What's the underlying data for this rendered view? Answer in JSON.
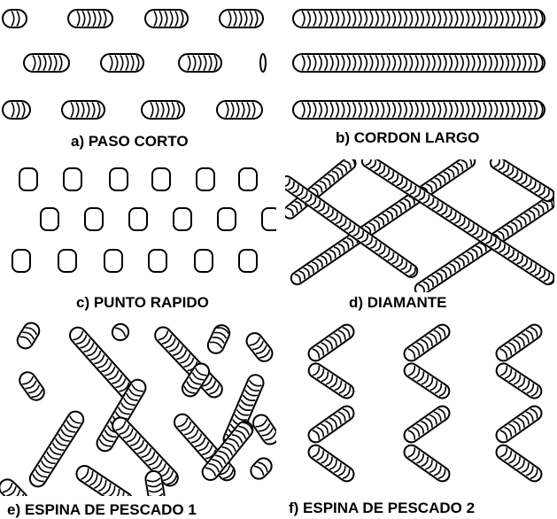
{
  "captions": {
    "a": "a) PASO CORTO",
    "b": "b) CORDON LARGO",
    "c": "c) PUNTO RAPIDO",
    "d": "d) DIAMANTE",
    "e": "e) ESPINA DE PESCADO  1",
    "f": "f) ESPINA DE PESCADO  2"
  },
  "colors": {
    "ink": "#000000",
    "background": "#ffffff"
  }
}
